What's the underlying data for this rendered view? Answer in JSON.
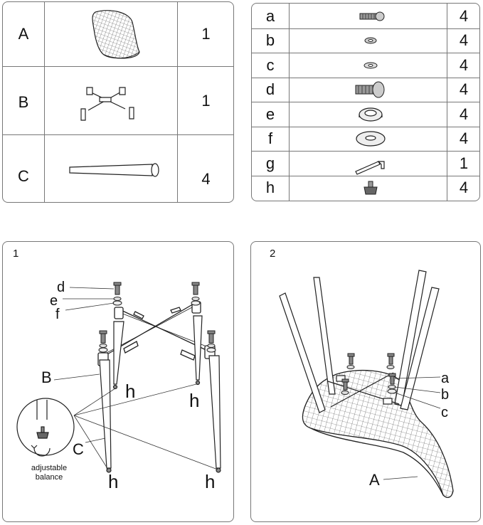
{
  "major_parts": [
    {
      "letter": "A",
      "name": "seat",
      "qty": "1"
    },
    {
      "letter": "B",
      "name": "frame",
      "qty": "1"
    },
    {
      "letter": "C",
      "name": "leg",
      "qty": "4"
    }
  ],
  "hardware": [
    {
      "letter": "a",
      "name": "bolt",
      "qty": "4"
    },
    {
      "letter": "b",
      "name": "small-washer",
      "qty": "4"
    },
    {
      "letter": "c",
      "name": "flat-washer",
      "qty": "4"
    },
    {
      "letter": "d",
      "name": "bolt-large",
      "qty": "4"
    },
    {
      "letter": "e",
      "name": "spring-washer",
      "qty": "4"
    },
    {
      "letter": "f",
      "name": "flat-washer-large",
      "qty": "4"
    },
    {
      "letter": "g",
      "name": "allen-key",
      "qty": "1"
    },
    {
      "letter": "h",
      "name": "foot-pad",
      "qty": "4"
    }
  ],
  "step1": {
    "number": "1",
    "labels": {
      "d": "d",
      "e": "e",
      "f": "f",
      "B": "B",
      "C": "C",
      "h": "h"
    },
    "note": "adjustable balance"
  },
  "step2": {
    "number": "2",
    "labels": {
      "a": "a",
      "b": "b",
      "c": "c",
      "A": "A"
    }
  }
}
